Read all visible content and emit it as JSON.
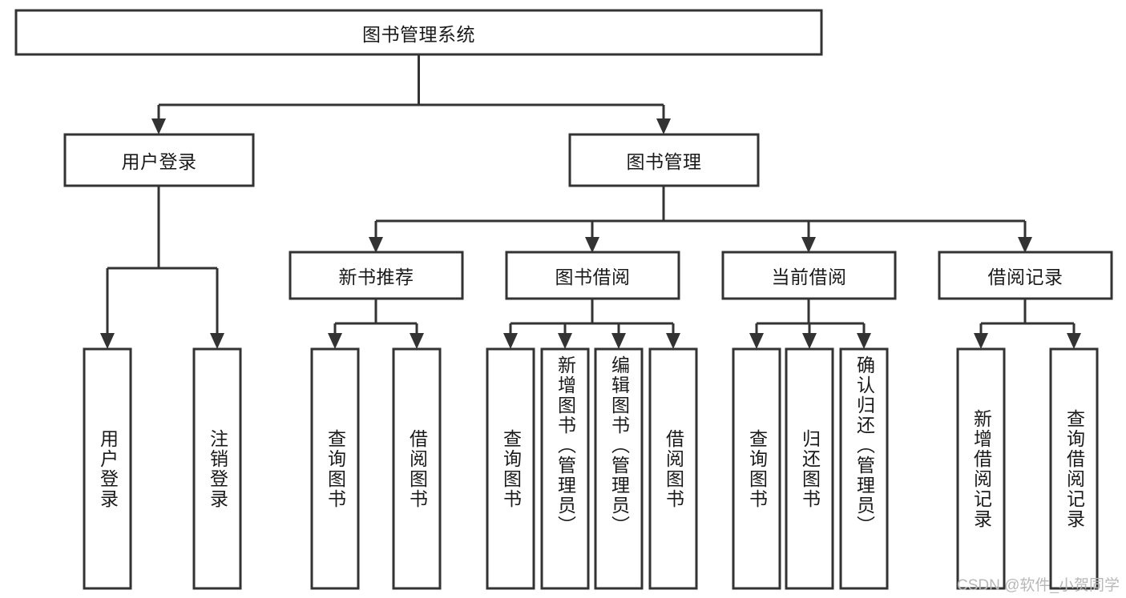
{
  "diagram": {
    "type": "hierarchy-tree",
    "title": "图书管理系统",
    "watermark": "CSDN @软件_小贺同学",
    "colors": {
      "box_stroke": "#333333",
      "box_fill": "#ffffff",
      "text": "#1a1a1a",
      "background": "#ffffff",
      "watermark": "#b8b8b8"
    },
    "nodes": {
      "root": {
        "label": "图书管理系统",
        "level": 1,
        "orientation": "horizontal"
      },
      "user_login": {
        "label": "用户登录",
        "level": 2,
        "orientation": "horizontal"
      },
      "book_manage": {
        "label": "图书管理",
        "level": 2,
        "orientation": "horizontal"
      },
      "new_book_rec": {
        "label": "新书推荐",
        "level": 3,
        "orientation": "horizontal"
      },
      "book_borrow": {
        "label": "图书借阅",
        "level": 3,
        "orientation": "horizontal"
      },
      "current_borrow": {
        "label": "当前借阅",
        "level": 3,
        "orientation": "horizontal"
      },
      "borrow_record": {
        "label": "借阅记录",
        "level": 3,
        "orientation": "horizontal"
      },
      "leaf_user_login": {
        "label": "用户登录",
        "level": 4,
        "orientation": "vertical"
      },
      "leaf_logout": {
        "label": "注销登录",
        "level": 4,
        "orientation": "vertical"
      },
      "leaf_query_book_a": {
        "label": "查询图书",
        "level": 4,
        "orientation": "vertical"
      },
      "leaf_borrow_book_a": {
        "label": "借阅图书",
        "level": 4,
        "orientation": "vertical"
      },
      "leaf_query_book_b": {
        "label": "查询图书",
        "level": 4,
        "orientation": "vertical"
      },
      "leaf_add_book": {
        "label": "新增图书（管理员）",
        "level": 4,
        "orientation": "vertical"
      },
      "leaf_edit_book": {
        "label": "编辑图书（管理员）",
        "level": 4,
        "orientation": "vertical"
      },
      "leaf_borrow_book_b": {
        "label": "借阅图书",
        "level": 4,
        "orientation": "vertical"
      },
      "leaf_query_book_c": {
        "label": "查询图书",
        "level": 4,
        "orientation": "vertical"
      },
      "leaf_return_book": {
        "label": "归还图书",
        "level": 4,
        "orientation": "vertical"
      },
      "leaf_confirm_return": {
        "label": "确认归还（管理员）",
        "level": 4,
        "orientation": "vertical"
      },
      "leaf_add_record": {
        "label": "新增借阅记录",
        "level": 4,
        "orientation": "vertical"
      },
      "leaf_query_record": {
        "label": "查询借阅记录",
        "level": 4,
        "orientation": "vertical"
      }
    },
    "edges": [
      {
        "from": "root",
        "to": "user_login"
      },
      {
        "from": "root",
        "to": "book_manage"
      },
      {
        "from": "user_login",
        "to": "leaf_user_login"
      },
      {
        "from": "user_login",
        "to": "leaf_logout"
      },
      {
        "from": "book_manage",
        "to": "new_book_rec"
      },
      {
        "from": "book_manage",
        "to": "book_borrow"
      },
      {
        "from": "book_manage",
        "to": "current_borrow"
      },
      {
        "from": "book_manage",
        "to": "borrow_record"
      },
      {
        "from": "new_book_rec",
        "to": "leaf_query_book_a"
      },
      {
        "from": "new_book_rec",
        "to": "leaf_borrow_book_a"
      },
      {
        "from": "book_borrow",
        "to": "leaf_query_book_b"
      },
      {
        "from": "book_borrow",
        "to": "leaf_add_book"
      },
      {
        "from": "book_borrow",
        "to": "leaf_edit_book"
      },
      {
        "from": "book_borrow",
        "to": "leaf_borrow_book_b"
      },
      {
        "from": "current_borrow",
        "to": "leaf_query_book_c"
      },
      {
        "from": "current_borrow",
        "to": "leaf_return_book"
      },
      {
        "from": "current_borrow",
        "to": "leaf_confirm_return"
      },
      {
        "from": "borrow_record",
        "to": "leaf_add_record"
      },
      {
        "from": "borrow_record",
        "to": "leaf_query_record"
      }
    ]
  }
}
